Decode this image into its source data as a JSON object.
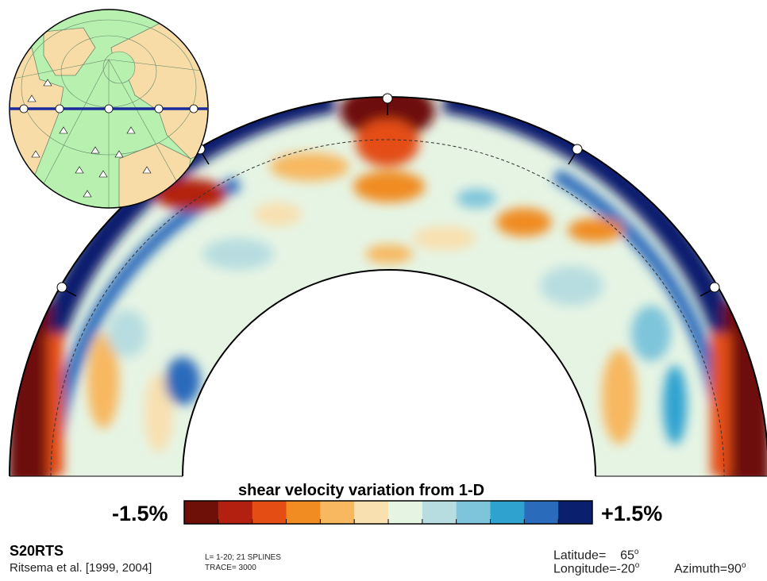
{
  "figure": {
    "colorbar_title": "shear velocity variation from 1-D",
    "colorbar_min_label": "-1.5%",
    "colorbar_max_label": "+1.5%",
    "colorbar_colors": [
      "#6e0f08",
      "#b3200f",
      "#e44d14",
      "#f08c22",
      "#f7b860",
      "#f8e0b0",
      "#e6f4e4",
      "#b8dde0",
      "#7ec4da",
      "#2fa2d0",
      "#2b6bbb",
      "#0a1f6e"
    ],
    "model_name": "S20RTS",
    "reference": "Ritsema et al. [1999, 2004]",
    "splines": "L= 1-20; 21 SPLINES",
    "trace": "TRACE= 3000",
    "latitude_label": "Latitude=",
    "latitude_value": "65",
    "longitude_label": "Longitude=",
    "longitude_value": "-20",
    "azimuth_label": "Azimuth=",
    "azimuth_value": "90",
    "degree_symbol": "o"
  },
  "cross_section": {
    "description_colors": {
      "ocean": "#b8f0b0",
      "land": "#f8dca8",
      "path": "#1a2a9c"
    }
  }
}
